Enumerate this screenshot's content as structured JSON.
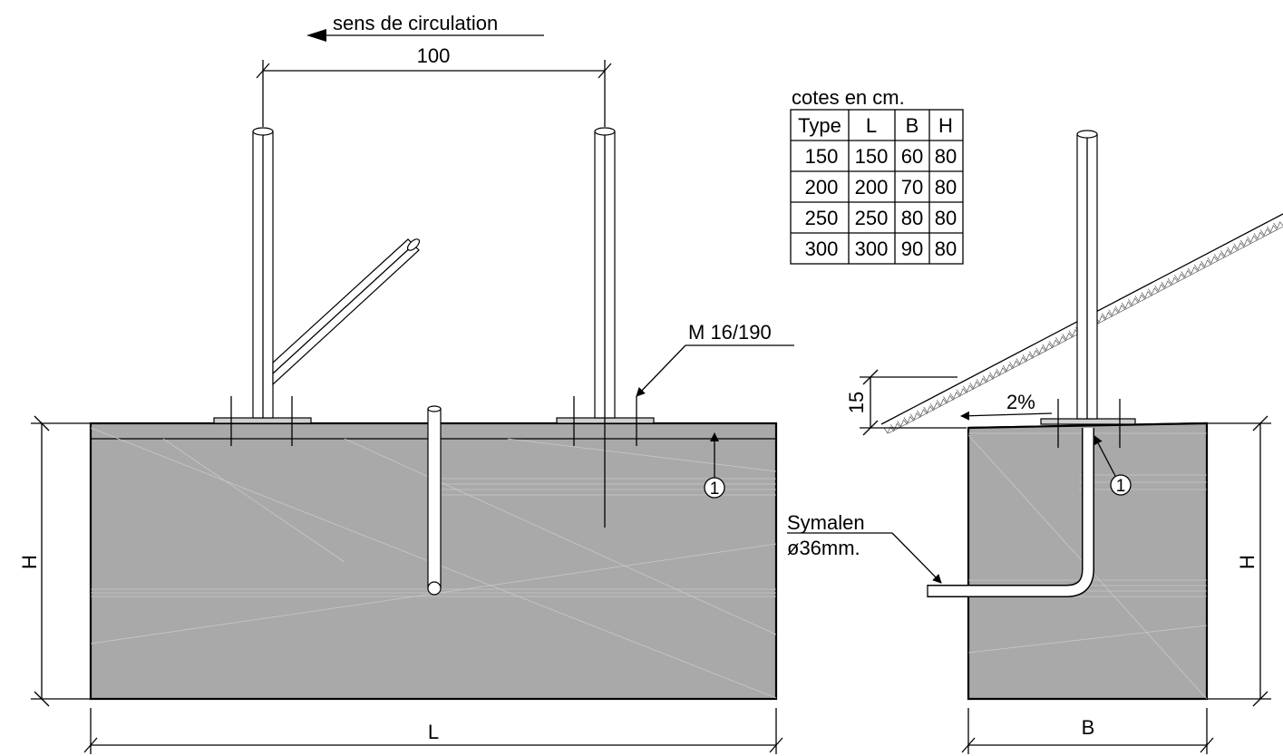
{
  "labels": {
    "direction": "sens de circulation",
    "spacing": "100",
    "anchor": "M 16/190",
    "marker": "1",
    "height_left": "H",
    "length": "L",
    "height_right": "H",
    "width": "B",
    "slope_height": "15",
    "slope": "2%",
    "pipe_name": "Symalen",
    "pipe_diameter": "ø36mm."
  },
  "table": {
    "caption": "cotes en cm.",
    "headers": [
      "Type",
      "L",
      "B",
      "H"
    ],
    "rows": [
      [
        "150",
        "150",
        "60",
        "80"
      ],
      [
        "200",
        "200",
        "70",
        "80"
      ],
      [
        "250",
        "250",
        "80",
        "80"
      ],
      [
        "300",
        "300",
        "90",
        "80"
      ]
    ]
  },
  "colors": {
    "concrete": "#a9a9a9",
    "line": "#000000",
    "background": "#ffffff"
  }
}
